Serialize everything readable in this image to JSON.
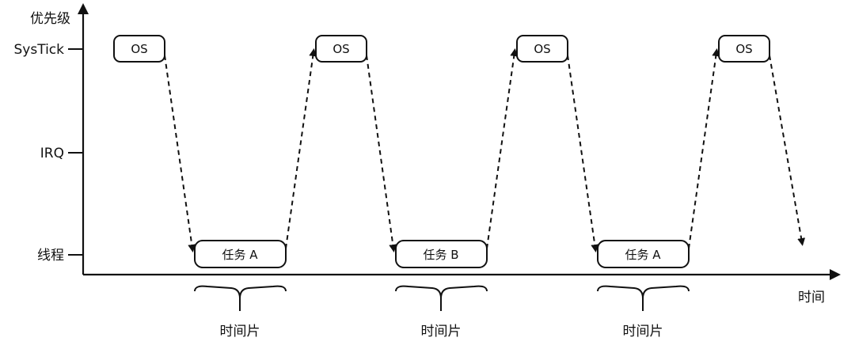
{
  "axes": {
    "y_title": "优先级",
    "x_title": "时间",
    "levels": [
      "SysTick",
      "IRQ",
      "线程"
    ]
  },
  "os_boxes": [
    "OS",
    "OS",
    "OS",
    "OS"
  ],
  "task_boxes": [
    "任务 A",
    "任务 B",
    "任务 A"
  ],
  "slice_labels": [
    "时间片",
    "时间片",
    "时间片"
  ]
}
